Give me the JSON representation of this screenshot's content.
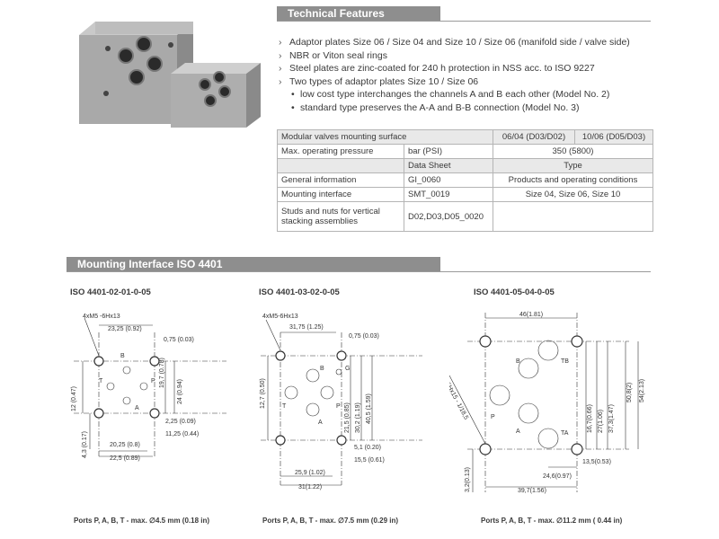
{
  "technical_features": {
    "heading": "Technical Features",
    "bullets": [
      "Adaptor plates Size 06 / Size 04 and Size 10 / Size 06 (manifold side / valve side)",
      "NBR or Viton seal rings",
      "Steel plates are zinc-coated for 240 h protection in NSS acc. to ISO 9227",
      "Two types of adaptor plates Size 10 / Size 06"
    ],
    "sub_bullets": [
      "low cost type interchanges the channels A and B each other (Model No. 2)",
      "standard type preserves the A-A and B-B connection (Model No. 3)"
    ]
  },
  "spec_table": {
    "header": [
      "Modular valves mounting surface",
      "06/04 (D03/D02)",
      "10/06 (D05/D03)"
    ],
    "pressure_row": [
      "Max. operating pressure",
      "bar (PSI)",
      "350 (5800)"
    ],
    "sub_header": [
      "",
      "Data Sheet",
      "Type"
    ],
    "rows": [
      [
        "General information",
        "GI_0060",
        "Products and operating conditions"
      ],
      [
        "Mounting interface",
        "SMT_0019",
        "Size 04, Size 06, Size 10"
      ],
      [
        "Studs and nuts for vertical stacking assemblies",
        "D02,D03,D05_0020",
        ""
      ]
    ]
  },
  "mounting_interface": {
    "heading": "Mounting Interface ISO 4401",
    "drawings": [
      {
        "title": "ISO 4401-02-01-0-05",
        "ports_note": "Ports P, A, B, T - max. ∅4.5 mm (0.18 in)",
        "thread": "4xM5 -6Hx13",
        "dims": [
          "23,25 (0.92)",
          "0,75 (0.03)",
          "19,7 (0.78)",
          "24 (0.94)",
          "12 (0.47)",
          "4,3 (0.17)",
          "2,25 (0.09)",
          "11,25 (0.44)",
          "20,25 (0.8)",
          "22,5 (0.89)"
        ],
        "letters": [
          "B",
          "T",
          "P",
          "A"
        ]
      },
      {
        "title": "ISO 4401-03-02-0-05",
        "ports_note": "Ports P, A, B, T - max. ∅7.5 mm (0.29 in)",
        "thread": "4xM5-6Hx13",
        "dims": [
          "31,75 (1.25)",
          "0,75 (0.03)",
          "12,7 (0.50)",
          "21,5 (0.85)",
          "30,2 (1.19)",
          "40,5 (1.59)",
          "5,1 (0.20)",
          "15,5 (0.61)",
          "25,9 (1.02)",
          "31(1.22)"
        ],
        "letters": [
          "B",
          "G",
          "T",
          "P",
          "A"
        ]
      },
      {
        "title": "ISO 4401-05-04-0-05",
        "ports_note": "Ports P, A, B, T - max. ∅11.2 mm ( 0.44 in)",
        "thread": "4xM6 -6Hx15 - 1/18,5",
        "dims": [
          "46(1.81)",
          "16,7(0.66)",
          "27(1.06)",
          "37,3(1.47)",
          "50,8(2)",
          "54(2.13)",
          "13,5(0.53)",
          "24,6(0.97)",
          "39,7(1.56)",
          "3,2(0.13)"
        ],
        "letters": [
          "B",
          "TB",
          "P",
          "A",
          "TA"
        ]
      }
    ]
  }
}
